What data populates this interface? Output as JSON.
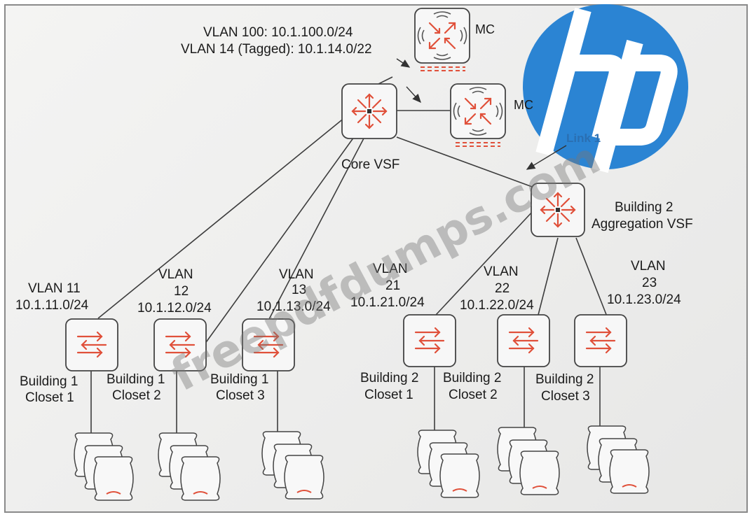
{
  "top_annotation": {
    "line1": "VLAN  100: 10.1.100.0/24",
    "line2": "VLAN 14 (Tagged): 10.1.14.0/22"
  },
  "mc1": {
    "label": "MC"
  },
  "mc2": {
    "label": "MC"
  },
  "core": {
    "label": "Core VSF"
  },
  "agg": {
    "line1": "Building 2",
    "line2": "Aggregation VSF"
  },
  "link": {
    "label": "Link 1"
  },
  "vlans": {
    "v11": {
      "l1": "VLAN 11",
      "l2": "10.1.11.0/24"
    },
    "v12": {
      "l1": "VLAN",
      "l2": "12",
      "l3": "10.1.12.0/24"
    },
    "v13": {
      "l1": "VLAN",
      "l2": "13",
      "l3": "10.1.13.0/24"
    },
    "v21": {
      "l1": "VLAN",
      "l2": "21",
      "l3": "10.1.21.0/24"
    },
    "v22": {
      "l1": "VLAN",
      "l2": "22",
      "l3": "10.1.22.0/24"
    },
    "v23": {
      "l1": "VLAN",
      "l2": "23",
      "l3": "10.1.23.0/24"
    }
  },
  "closets": {
    "b1c1": {
      "l1": "Building 1",
      "l2": "Closet 1"
    },
    "b1c2": {
      "l1": "Building 1",
      "l2": "Closet 2"
    },
    "b1c3": {
      "l1": "Building 1",
      "l2": "Closet 3"
    },
    "b2c1": {
      "l1": "Building 2",
      "l2": "Closet 1"
    },
    "b2c2": {
      "l1": "Building 2",
      "l2": "Closet 2"
    },
    "b2c3": {
      "l1": "Building 2",
      "l2": "Closet 3"
    }
  },
  "watermark": {
    "text": "freepdfdumps.com"
  },
  "logo": {
    "text": "hp"
  },
  "colors": {
    "accent": "#e0503a",
    "logo_blue": "#2b84d3",
    "line": "#444444"
  }
}
